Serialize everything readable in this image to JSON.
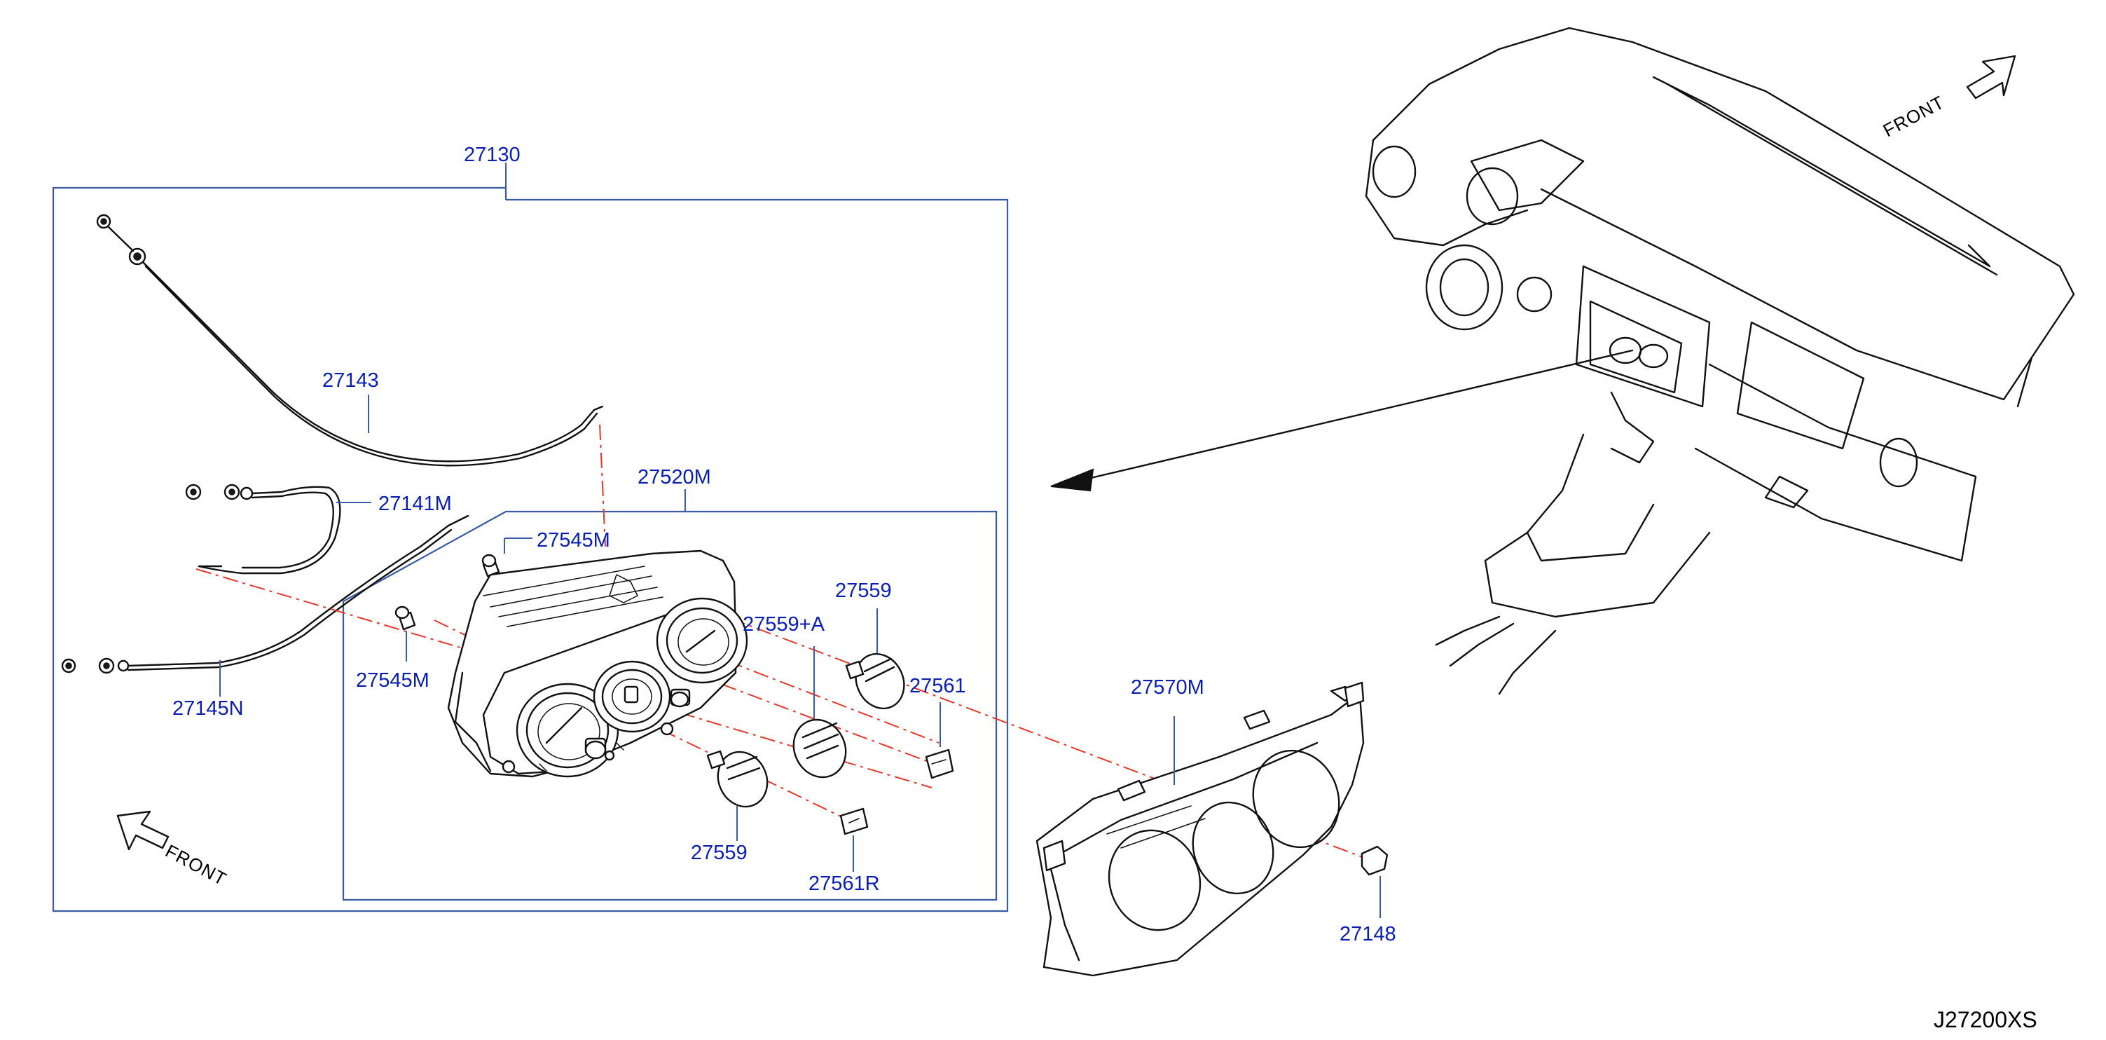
{
  "diagram_code": "J27200XS",
  "front_labels": {
    "left": "FRONT",
    "right": "FRONT"
  },
  "parts": {
    "p27130": "27130",
    "p27143": "27143",
    "p27141M": "27141M",
    "p27145N": "27145N",
    "p27520M": "27520M",
    "p27545M_top": "27545M",
    "p27545M_left": "27545M",
    "p27559_top": "27559",
    "p27559A": "27559+A",
    "p27561": "27561",
    "p27559_bottom": "27559",
    "p27561R": "27561R",
    "p27570M": "27570M",
    "p27148": "27148"
  },
  "colors": {
    "callout": "#0a1eb4",
    "frame": "#3a5aa8",
    "centerline": "#e8382b",
    "line_art": "#111111"
  }
}
